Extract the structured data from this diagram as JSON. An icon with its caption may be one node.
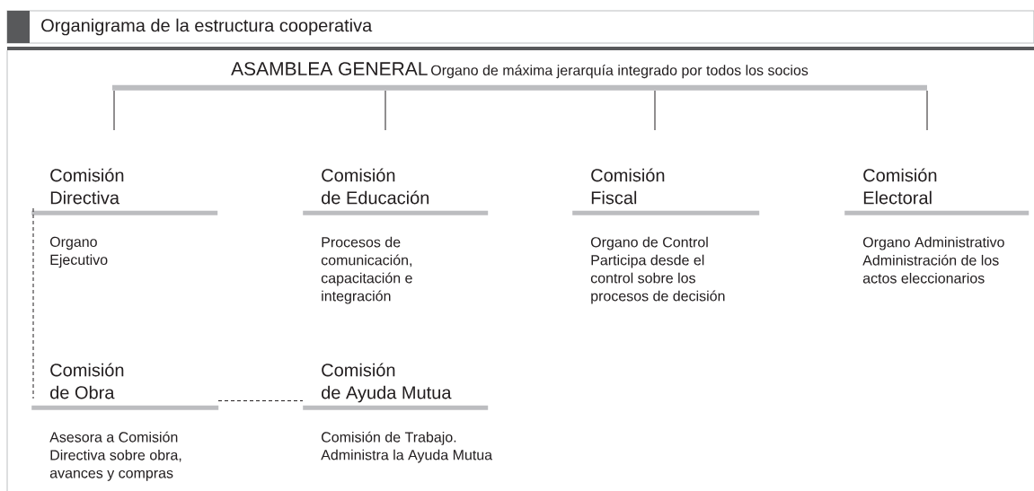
{
  "diagram": {
    "title": "Organigrama de la estructura cooperativa",
    "nodes": [
      {
        "text": [
          "ASAMBLEA GENERAL",
          "Organo de máxima jerarquía integrado por todos los socios"
        ]
      },
      {
        "text": [
          "Comisión Directiva",
          "Organo Ejecutivo"
        ]
      },
      {
        "text": [
          "Comisión de Educación",
          "Procesos de comunicación, capacitación e integración"
        ]
      },
      {
        "text": [
          "Comisión Fiscal",
          "Organo de Control",
          "Participa desde el control sobre los procesos de decisión"
        ]
      },
      {
        "text": [
          "Comisión Electoral",
          "Organo Administrativo",
          "Administración de los actos eleccionarios"
        ]
      },
      {
        "text": [
          "Comisión de Obra",
          "Asesora a Comisión Directiva sobre obra, avances y compras"
        ]
      },
      {
        "text": [
          "Comisión de Ayuda Mutua",
          "Comisión de Trabajo.",
          "Administra la Ayuda Mutua"
        ]
      }
    ],
    "edges": [
      {
        "from": 0,
        "to": 1,
        "arrow": "none"
      },
      {
        "from": 0,
        "to": 2,
        "arrow": "none"
      },
      {
        "from": 0,
        "to": 3,
        "arrow": "none"
      },
      {
        "from": 0,
        "to": 4,
        "arrow": "none"
      },
      {
        "from": 1,
        "to": 5,
        "arrow": "none",
        "style": "dashed"
      },
      {
        "from": 5,
        "to": 6,
        "arrow": "none",
        "style": "dashed"
      }
    ]
  }
}
